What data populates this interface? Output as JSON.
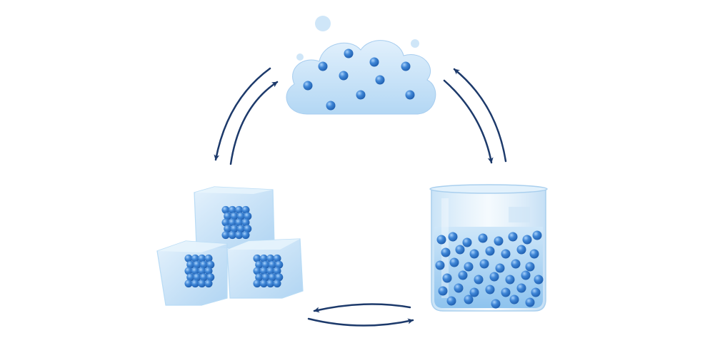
{
  "diagram": {
    "states": [
      {
        "id": "gas",
        "icon": "cloud-icon"
      },
      {
        "id": "liquid",
        "icon": "beaker-icon"
      },
      {
        "id": "solid",
        "icon": "ice-cubes-icon"
      }
    ],
    "arrows": [
      {
        "id": "solid-to-gas",
        "from": "solid",
        "to": "gas"
      },
      {
        "id": "gas-to-solid",
        "from": "gas",
        "to": "solid"
      },
      {
        "id": "gas-to-liquid",
        "from": "gas",
        "to": "liquid"
      },
      {
        "id": "liquid-to-gas",
        "from": "liquid",
        "to": "gas"
      },
      {
        "id": "liquid-to-solid",
        "from": "liquid",
        "to": "solid"
      },
      {
        "id": "solid-to-liquid",
        "from": "solid",
        "to": "liquid"
      }
    ],
    "colors": {
      "arrow": "#1d3a6b",
      "particle": "#3f86d6",
      "particle_light": "#a9d2fb",
      "particle_dark": "#1f5fb0",
      "cloud": "#c9e3f8",
      "ice": "#cfe6f8",
      "water": "#a7d2f4",
      "glass": "#d7ebf9"
    }
  }
}
